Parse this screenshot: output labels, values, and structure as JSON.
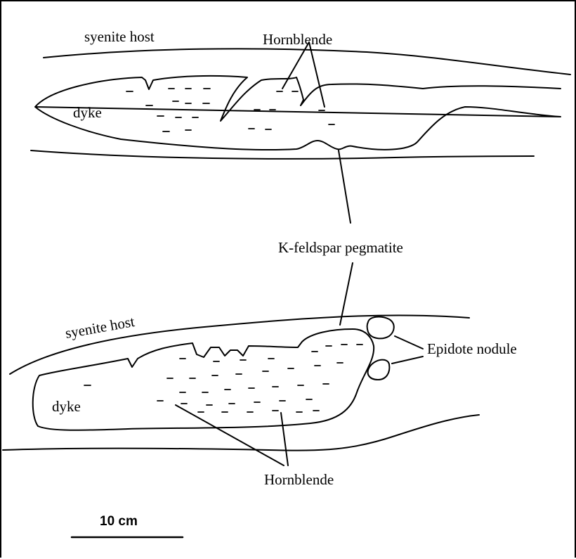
{
  "labels": {
    "top_host": "syenite host",
    "top_hornblende": "Hornblende",
    "top_dyke": "dyke",
    "pegmatite": "K-feldspar pegmatite",
    "bottom_host": "syenite host",
    "epidote": "Epidote nodule",
    "bottom_dyke": "dyke",
    "bottom_hornblende": "Hornblende"
  },
  "scale_bar": {
    "label": "10 cm"
  }
}
